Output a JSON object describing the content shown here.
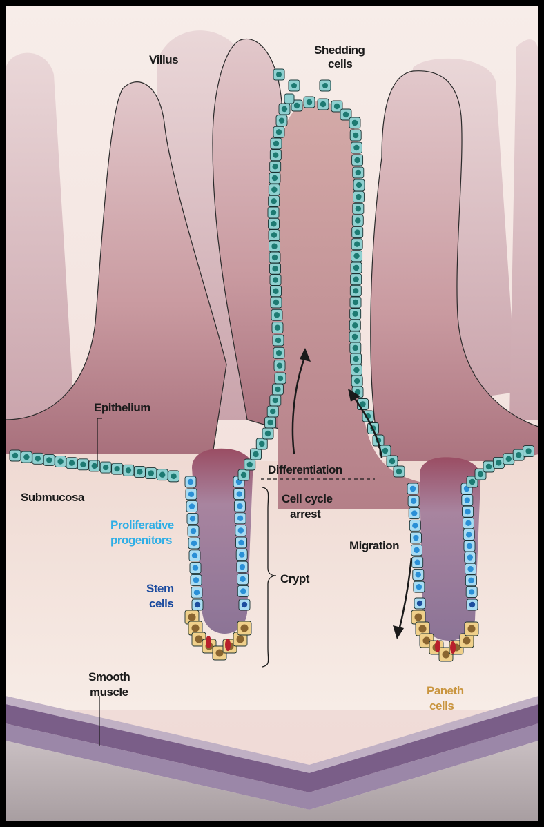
{
  "labels": {
    "villus": "Villus",
    "shedding_line1": "Shedding",
    "shedding_line2": "cells",
    "epithelium": "Epithelium",
    "submucosa": "Submucosa",
    "proliferative_line1": "Proliferative",
    "proliferative_line2": "progenitors",
    "stem_line1": "Stem",
    "stem_line2": "cells",
    "differentiation": "Differentiation",
    "arrest_line1": "Cell cycle",
    "arrest_line2": "arrest",
    "migration": "Migration",
    "crypt": "Crypt",
    "smooth_line1": "Smooth",
    "smooth_line2": "muscle",
    "paneth_line1": "Paneth",
    "paneth_line2": "cells"
  },
  "colors": {
    "border": "#f4a862",
    "villus_fill": "#c99aa0",
    "crypt_fill": "#a2849f",
    "epithelial_cell": "#8fd0d0",
    "epithelial_nucleus": "#1d7a72",
    "progenitor_cell": "#a9dcf2",
    "progenitor_nucleus": "#2a8fd6",
    "stem_cell": "#1c4d9e",
    "paneth_cell": "#f0d08a",
    "paneth_nucleus": "#8a6530",
    "muscle_band": "#7a5e88"
  }
}
